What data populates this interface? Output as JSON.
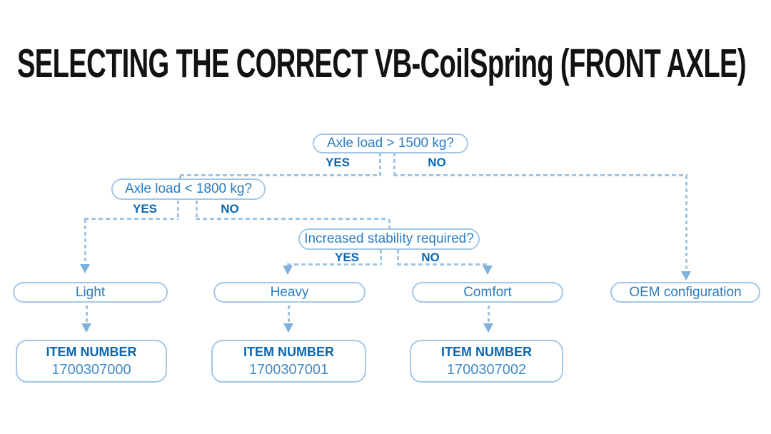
{
  "title": "SELECTING THE CORRECT VB-CoilSpring (FRONT AXLE)",
  "labels": {
    "yes": "YES",
    "no": "NO"
  },
  "nodes": {
    "q1": "Axle load > 1500 kg?",
    "q2": "Axle load < 1800 kg?",
    "q3": "Increased stability required?",
    "light": "Light",
    "heavy": "Heavy",
    "comfort": "Comfort",
    "oem": "OEM configuration"
  },
  "items": [
    {
      "heading": "ITEM NUMBER",
      "number": "1700307000"
    },
    {
      "heading": "ITEM NUMBER",
      "number": "1700307001"
    },
    {
      "heading": "ITEM NUMBER",
      "number": "1700307002"
    }
  ],
  "colors": {
    "title": "#121212",
    "box_border": "#a5c7e5",
    "box_text": "#2d7cbe",
    "label_strong": "#0a67b3",
    "item_number": "#4389c6",
    "connector": "#a0c4e4",
    "arrow": "#7fb1dc"
  }
}
